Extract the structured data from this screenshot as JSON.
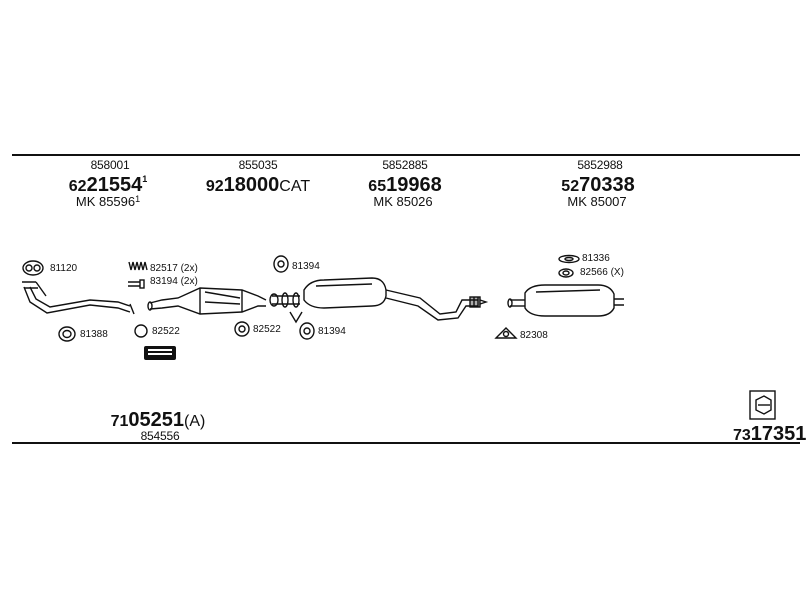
{
  "headers": [
    {
      "ref": "858001",
      "prefix": "62",
      "main": "21554",
      "suffix": "",
      "sup": "1",
      "mk": "MK 85596",
      "mk_sup": "1"
    },
    {
      "ref": "855035",
      "prefix": "92",
      "main": "18000",
      "suffix": "CAT",
      "sup": "",
      "mk": "",
      "mk_sup": ""
    },
    {
      "ref": "5852885",
      "prefix": "65",
      "main": "19968",
      "suffix": "",
      "sup": "",
      "mk": "MK 85026",
      "mk_sup": ""
    },
    {
      "ref": "5852988",
      "prefix": "52",
      "main": "70338",
      "suffix": "",
      "sup": "",
      "mk": "MK 85007",
      "mk_sup": ""
    }
  ],
  "parts": {
    "p81120": "81120",
    "p82517": "82517 (2x)",
    "p83194": "83194 (2x)",
    "p81388": "81388",
    "p82522a": "82522",
    "p82522b": "82522",
    "p81394a": "81394",
    "p81394b": "81394",
    "p81336": "81336",
    "p82566": "82566 (X)",
    "p82308": "82308"
  },
  "footer": {
    "kit_prefix": "71",
    "kit_main": "05251",
    "kit_suffix": "(A)",
    "kit_ref": "854556",
    "code_prefix": "73",
    "code_main": "17351"
  }
}
